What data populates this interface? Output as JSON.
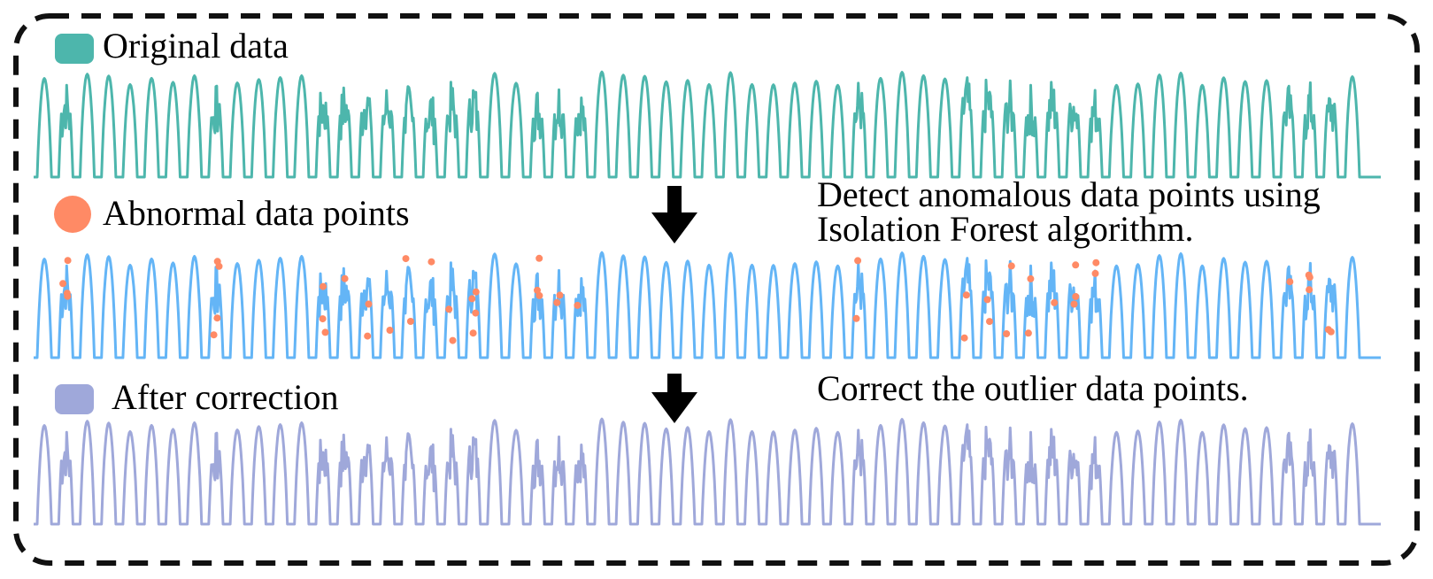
{
  "panels": {
    "original": {
      "legend_label": "Original data",
      "color": "#4db6ac"
    },
    "abnormal": {
      "legend_label": "Abnormal data points",
      "color": "#64b5f6",
      "marker_color": "#ff8a65"
    },
    "corrected": {
      "legend_label": "After correction",
      "color": "#9fa8da"
    }
  },
  "steps": {
    "detect_line1": "Detect anomalous data points using",
    "detect_line2": "Isolation Forest algorithm.",
    "correct": "Correct the outlier data points."
  },
  "chart_data": {
    "type": "line",
    "cycles": 62,
    "series": [
      {
        "name": "Original data"
      },
      {
        "name": "Abnormal data points"
      },
      {
        "name": "After correction"
      }
    ],
    "anomaly_cycles": [
      1,
      8,
      13,
      14,
      15,
      16,
      17,
      18,
      19,
      20,
      23,
      24,
      25,
      38,
      43,
      44,
      45,
      46,
      47,
      48,
      49,
      58,
      59,
      60
    ]
  }
}
